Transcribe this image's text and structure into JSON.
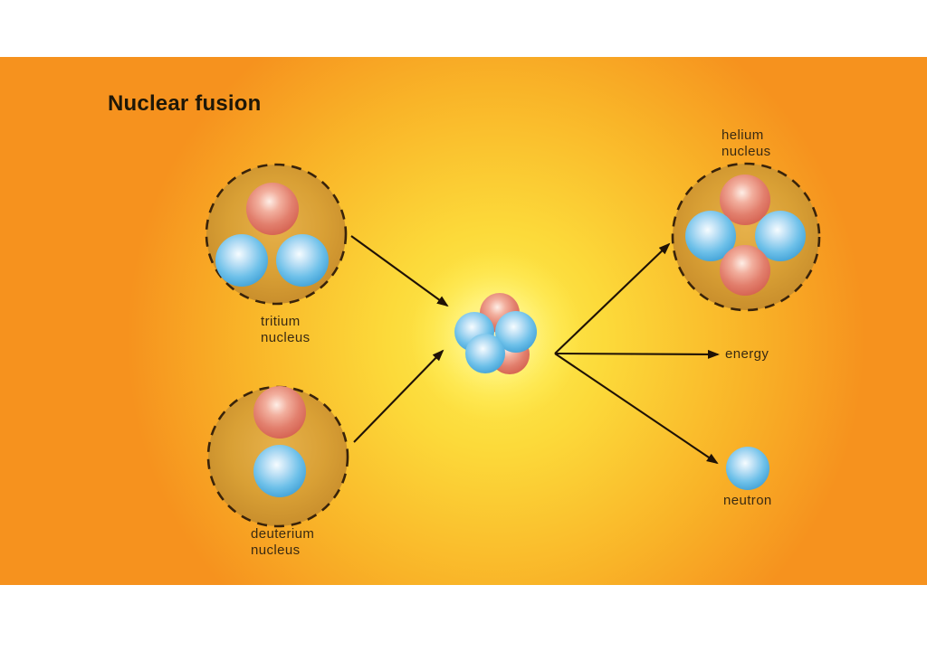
{
  "diagram": {
    "title": "Nuclear fusion",
    "nodes": {
      "tritium": {
        "label_line1": "tritium",
        "label_line2": "nucleus",
        "red_spheres": 1,
        "blue_spheres": 2
      },
      "deuterium": {
        "label_line1": "deuterium",
        "label_line2": "nucleus",
        "red_spheres": 1,
        "blue_spheres": 1
      },
      "fusion_core": {
        "red_spheres": 2,
        "blue_spheres": 3
      },
      "helium": {
        "label_line1": "helium",
        "label_line2": "nucleus",
        "red_spheres": 2,
        "blue_spheres": 2
      },
      "energy": {
        "label": "energy"
      },
      "neutron": {
        "label": "neutron",
        "blue_spheres": 1
      }
    },
    "arrows": [
      {
        "from": "tritium",
        "to": "fusion_core"
      },
      {
        "from": "deuterium",
        "to": "fusion_core"
      },
      {
        "from": "fusion_core",
        "to": "helium"
      },
      {
        "from": "fusion_core",
        "to": "energy"
      },
      {
        "from": "fusion_core",
        "to": "neutron"
      }
    ]
  },
  "colors": {
    "background_white": "#ffffff",
    "panel_orange_edge": "#f6921e",
    "panel_yellow": "#fcda3a",
    "center_bright_yellow": "#ffee55",
    "core_glow": "#fff7a8",
    "nucleus_fill": "#d9a035",
    "nucleus_dashed_border": "#39230a",
    "proton_red": "#e17f6e",
    "neutron_blue": "#5fb9e6",
    "arrow_black": "#1f1206",
    "label_text": "#3a2a12",
    "title_text": "#1e1708"
  }
}
